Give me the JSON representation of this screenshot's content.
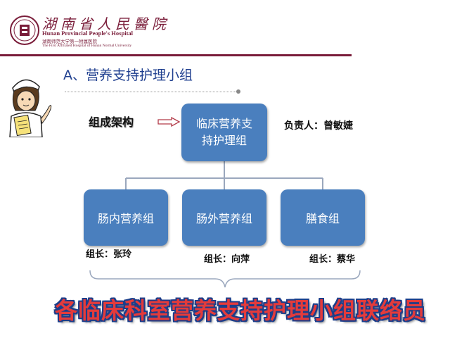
{
  "header": {
    "hospital_calligraphy": "湖南省人民醫院",
    "hospital_en": "Hunan Provincial People's Hospital",
    "hospital_cn": "湖南师范大学第一附属医院",
    "hospital_en_sub": "The First Affiliated Hospital of Hunan Normal University",
    "accent_color": "#7a1d3a"
  },
  "section_title": "A、营养支持护理小组",
  "org_label": "组成架构",
  "org_chart": {
    "top": {
      "line1": "临床营养支",
      "line2": "持护理组"
    },
    "leader": "负责人：曾敏婕",
    "children": [
      {
        "label": "肠内营养组",
        "leader": "组长：张玲"
      },
      {
        "label": "肠外营养组",
        "leader": "组长：向萍"
      },
      {
        "label": "膳食组",
        "leader": "组长：蔡华"
      }
    ],
    "box_color": "#4a7fbe"
  },
  "banner": "各临床科室营养支持护理小组联络员"
}
